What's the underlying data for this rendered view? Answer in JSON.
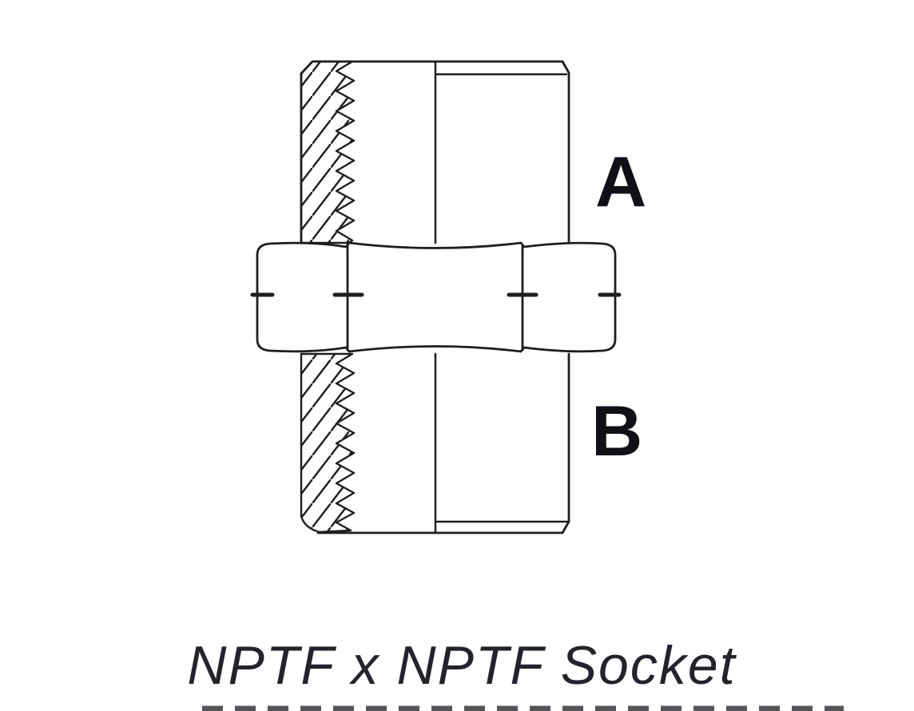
{
  "page": {
    "background": "#ffffff"
  },
  "diagram": {
    "caption": "NPTF x NPTF Socket",
    "end_labels": {
      "top": "A",
      "bottom": "B"
    },
    "colors": {
      "line": "#1e1e1e",
      "label": "#101018",
      "caption": "#23232b"
    }
  }
}
